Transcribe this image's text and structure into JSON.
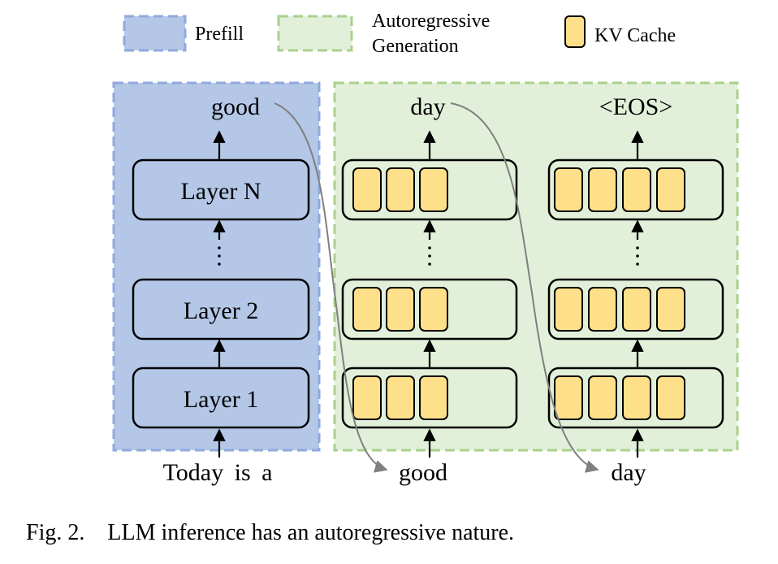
{
  "legend": {
    "prefill": "Prefill",
    "autoregressive_line1": "Autoregressive",
    "autoregressive_line2": "Generation",
    "kv_cache": "KV Cache"
  },
  "prefill": {
    "output": "good",
    "layers": [
      "Layer 1",
      "Layer 2",
      "Layer N"
    ],
    "input": "Today is a"
  },
  "generation": [
    {
      "output": "day",
      "input": "good",
      "cache_blocks": 3
    },
    {
      "output": "<EOS>",
      "input": "day",
      "cache_blocks": 4
    }
  ],
  "caption": {
    "label": "Fig. 2.",
    "text": "LLM inference has an autoregressive nature."
  },
  "colors": {
    "prefill_fill": "#b4c7e7",
    "prefill_border": "#8faadc",
    "generation_fill": "#e2f0d9",
    "generation_border": "#a9d18e",
    "kv_cache_fill": "#ffe08a",
    "layer_fill": "#b4c7e7"
  }
}
